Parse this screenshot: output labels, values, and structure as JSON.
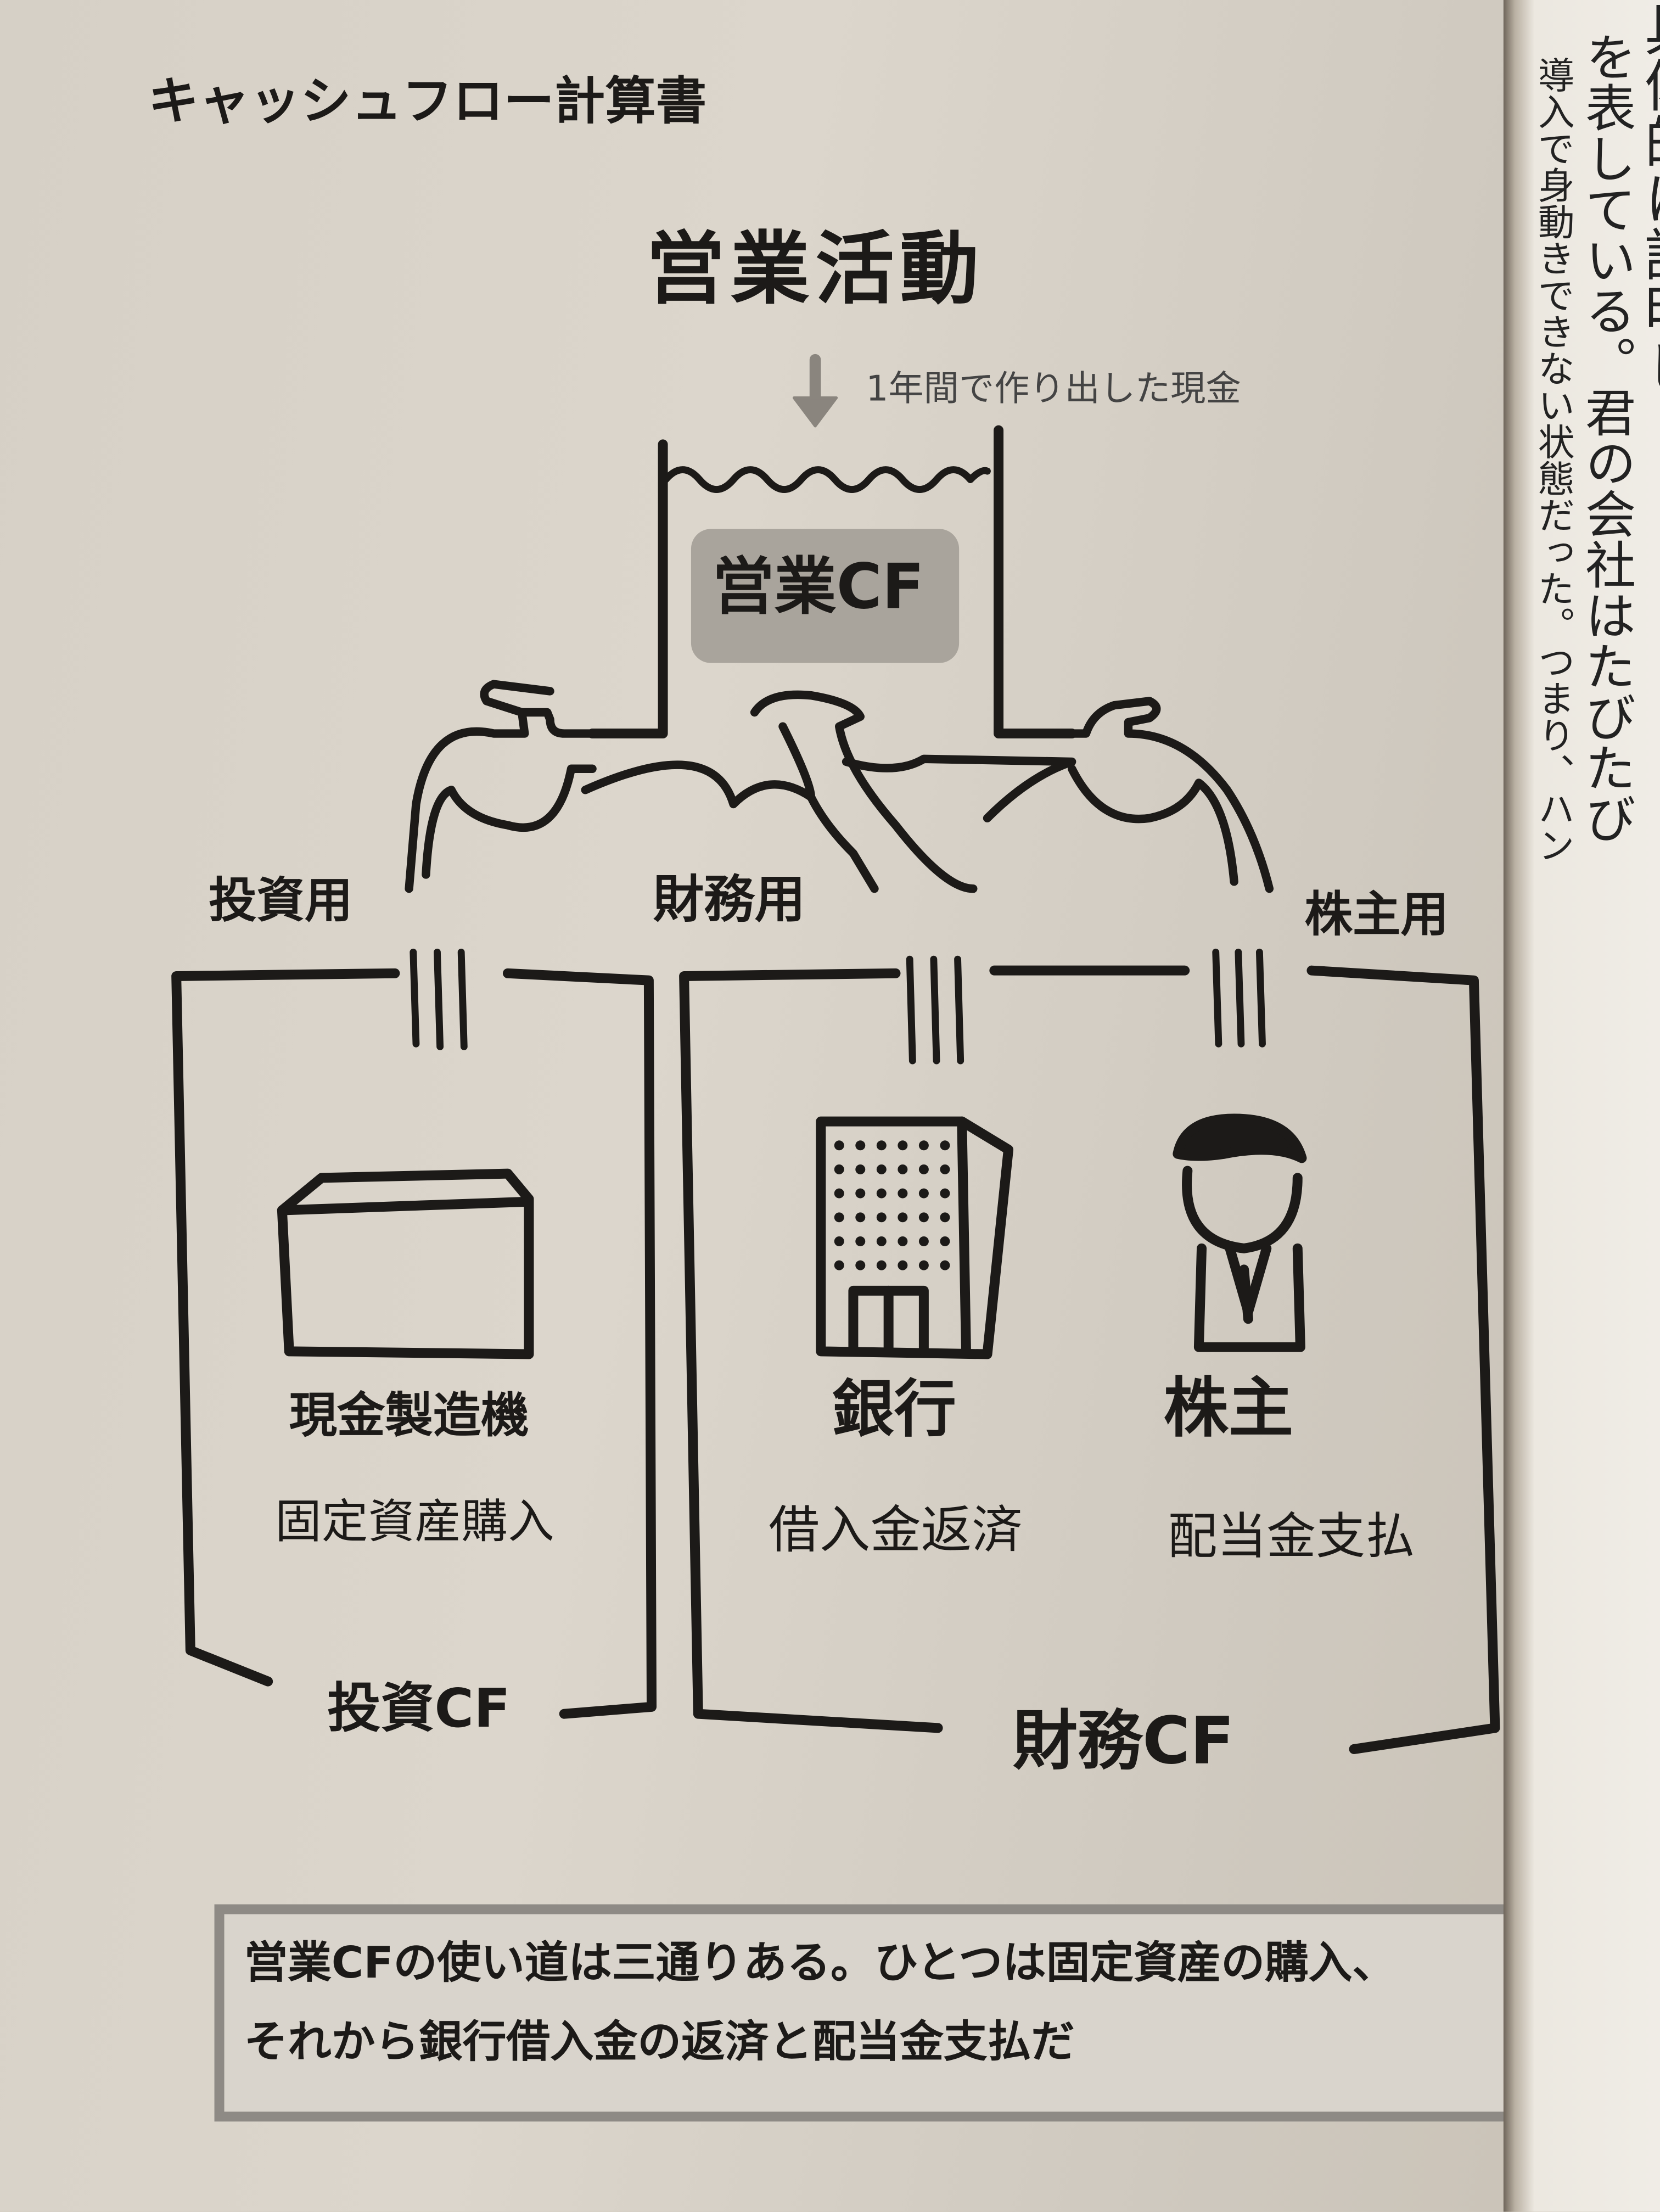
{
  "page_title": "キャッシュフロー計算書",
  "diagram": {
    "source": "営業活動",
    "arrow_label": "1年間で作り出した現金",
    "tank_label": "営業CF",
    "faucets": [
      "投資用",
      "財務用",
      "株主用"
    ],
    "investing": {
      "box_label": "投資CF",
      "item_title": "現金製造機",
      "item_desc": "固定資産購入"
    },
    "financing": {
      "box_label": "財務CF",
      "bank_title": "銀行",
      "bank_desc": "借入金返済",
      "shareholder_title": "株主",
      "shareholder_desc": "配当金支払"
    },
    "colors": {
      "tank_fill": "#a9a49c",
      "ink": "#1c1a18"
    }
  },
  "caption": {
    "line1": "営業CFの使い道は三通りある。ひとつは固定資産の購入、",
    "line2": "それから銀行借入金の返済と配当金支払だ"
  },
  "right_page": {
    "col1": "具体的に説明し",
    "col2": "を表している。君の会社はたびたび",
    "col3": "導入で身動きできない状態だった。つまり、ハン"
  }
}
